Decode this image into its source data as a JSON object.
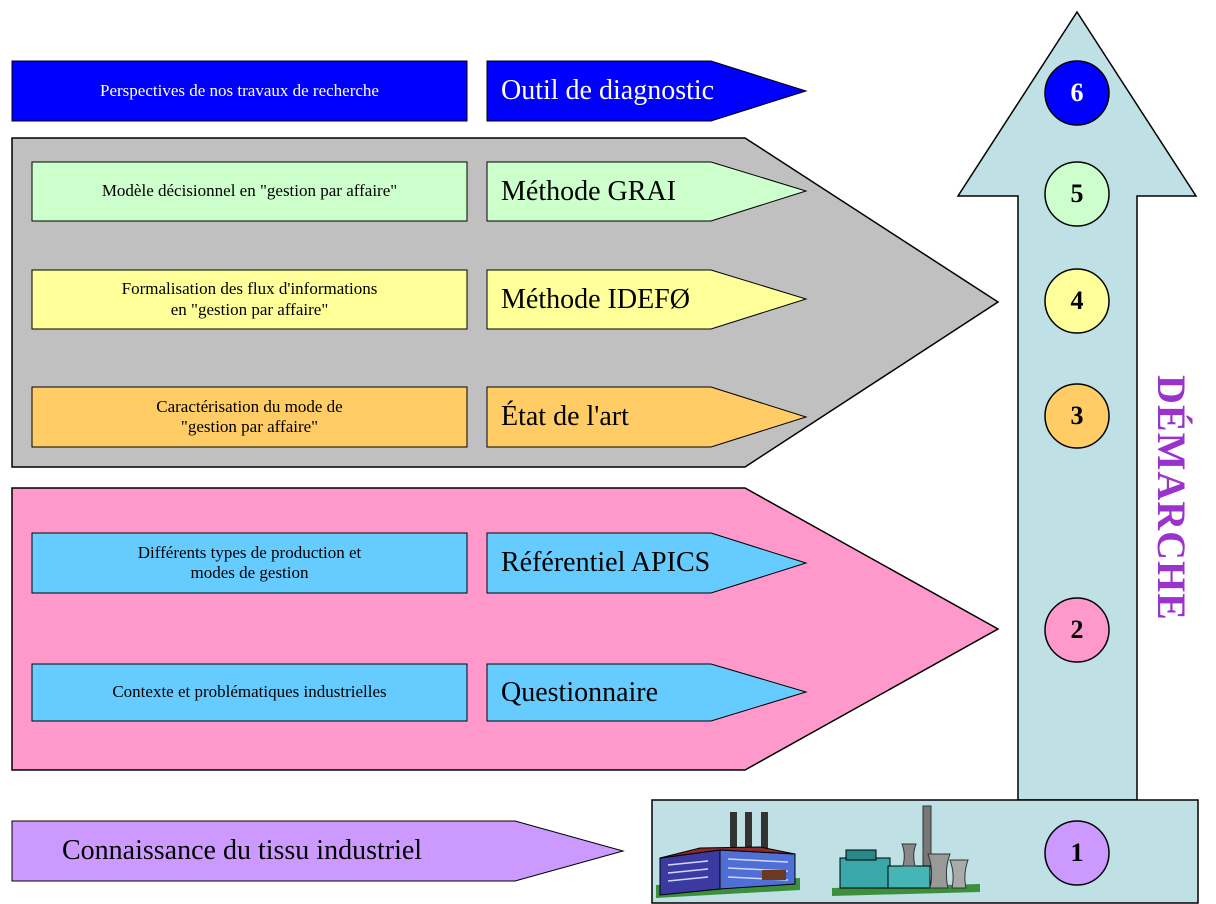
{
  "colors": {
    "blue": "#0000ff",
    "gray": "#c0c0c0",
    "green": "#ccffcc",
    "yellow": "#ffff99",
    "orange": "#ffcc66",
    "pink": "#ff99cc",
    "cyan": "#66ccff",
    "lavender": "#cc99ff",
    "arrow_teal": "#bfe0e4",
    "title_purple": "#9933cc"
  },
  "steps": [
    {
      "number": "1",
      "box": "",
      "arrow": "Connaissance du tissu industriel"
    },
    {
      "number": "2",
      "items": [
        {
          "box": "Différents types de production et\nmodes de gestion",
          "arrow": "Référentiel APICS"
        },
        {
          "box": "Contexte et problématiques industrielles",
          "arrow": "Questionnaire"
        }
      ]
    },
    {
      "number": "3",
      "box": "Caractérisation du mode de\n\"gestion par affaire\"",
      "arrow": "État de l'art"
    },
    {
      "number": "4",
      "box": "Formalisation des flux d'informations\nen \"gestion par affaire\"",
      "arrow": "Méthode IDEFØ"
    },
    {
      "number": "5",
      "box": "Modèle décisionnel en \"gestion par affaire\"",
      "arrow": "Méthode GRAI"
    },
    {
      "number": "6",
      "box": "Perspectives de nos travaux de recherche",
      "arrow": "Outil de diagnostic"
    }
  ],
  "title": "DÉMARCHE",
  "icons": [
    "factory-icon",
    "power-plant-icon"
  ]
}
